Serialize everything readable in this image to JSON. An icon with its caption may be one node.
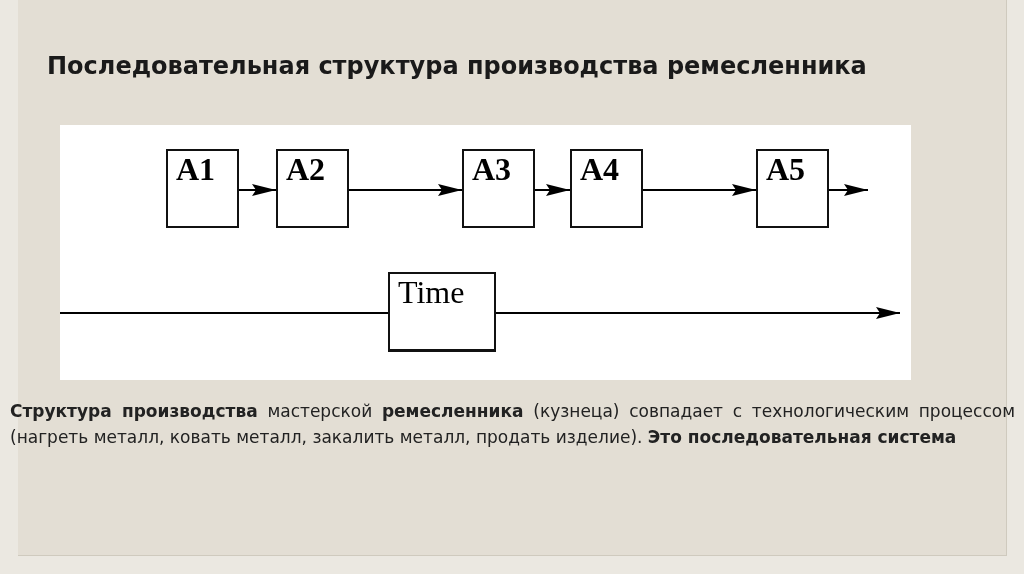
{
  "diagram": {
    "title": "Последовательная структура производства ремесленника",
    "caption": "**Структура производства** мастерской **ремесленника** (кузнеца) совпадает с технологическим процессом (нагреть металл, ковать металл, закалить металл, продать изделие). **Это последовательная система**",
    "nodes": [
      {
        "text": [
          "A1"
        ]
      },
      {
        "text": [
          "A2"
        ]
      },
      {
        "text": [
          "A3"
        ]
      },
      {
        "text": [
          "A4"
        ]
      },
      {
        "text": [
          "A5"
        ]
      },
      {
        "text": [
          "Time"
        ]
      }
    ],
    "edges": [
      {
        "from": 0,
        "to": 1,
        "arrow": "to"
      },
      {
        "from": 1,
        "to": 2,
        "arrow": "to"
      },
      {
        "from": 2,
        "to": 3,
        "arrow": "to"
      },
      {
        "from": 3,
        "to": 4,
        "arrow": "to"
      },
      {
        "from": 4,
        "to": null,
        "arrow": "to"
      },
      {
        "from": null,
        "to": 5,
        "arrow": "none"
      },
      {
        "from": 5,
        "to": null,
        "arrow": "to"
      }
    ]
  }
}
